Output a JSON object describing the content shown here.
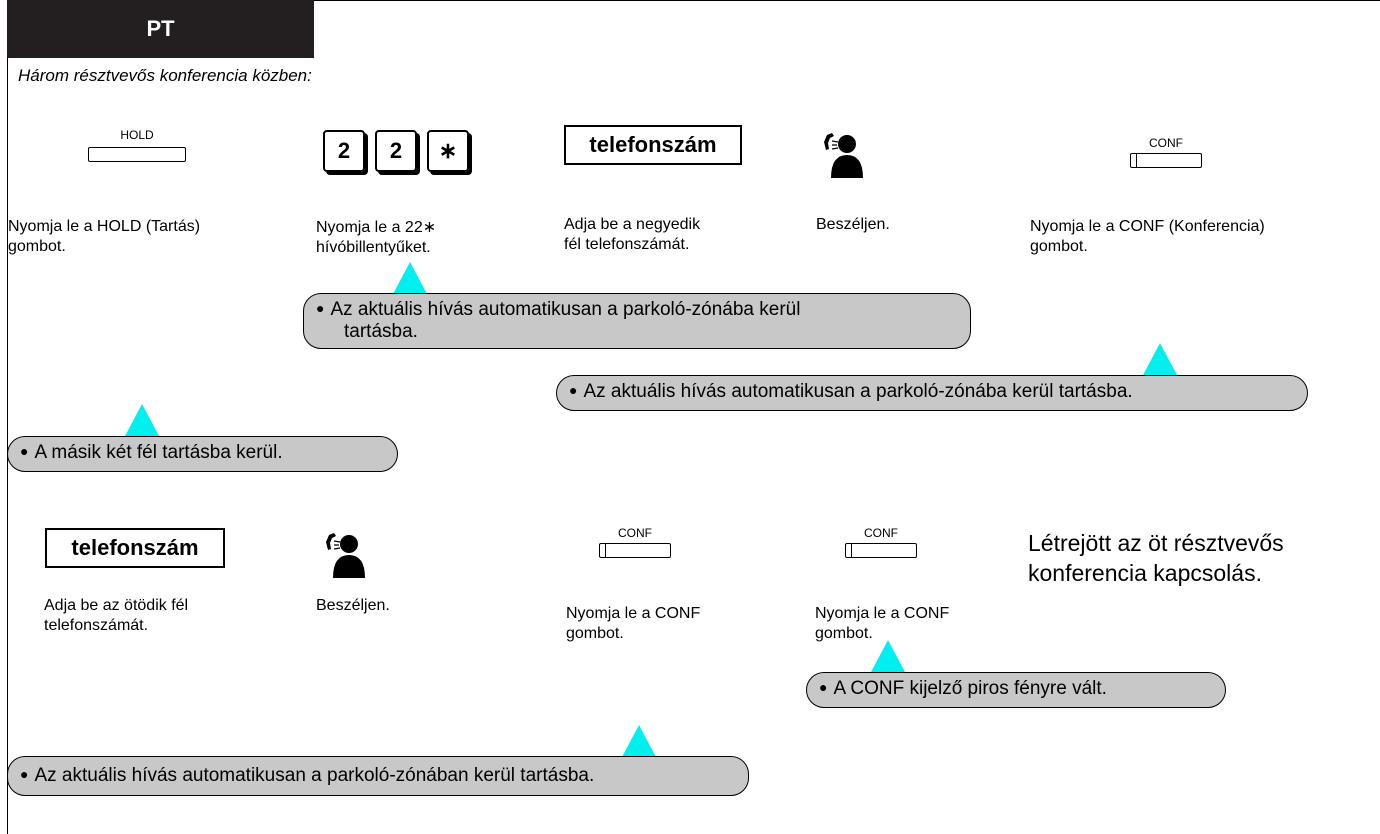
{
  "header": {
    "tab_label": "PT"
  },
  "intro": "Három résztvevős konferencia közben:",
  "row1": {
    "hold_label": "HOLD",
    "dial_keys": [
      "2",
      "2",
      "∗"
    ],
    "phone_number_box": "telefonszám",
    "conf_label": "CONF",
    "desc_hold_1": "Nyomja le a HOLD (Tartás)",
    "desc_hold_2": "gombot.",
    "desc_keys_1": "Nyomja le a 22∗",
    "desc_keys_2": "hívóbillentyűket.",
    "desc_number_1": "Adja be a negyedik",
    "desc_number_2": "fél telefonszámát.",
    "desc_talk": "Beszéljen.",
    "desc_conf_1": "Nyomja le a CONF (Konferencia)",
    "desc_conf_2": "gombot."
  },
  "notes": {
    "note1_line1": "Az aktuális hívás automatikusan a parkoló-zónába kerül",
    "note1_line2": "tartásba.",
    "note2": "Az aktuális hívás automatikusan a parkoló-zónába kerül tartásba.",
    "note3": "A másik két fél tartásba kerül.",
    "note4": "A CONF kijelző piros fényre vált.",
    "note5": "Az aktuális hívás automatikusan a parkoló-zónában kerül tartásba."
  },
  "row2": {
    "phone_number_box": "telefonszám",
    "conf_label_1": "CONF",
    "conf_label_2": "CONF",
    "desc_number_1": "Adja be az ötödik fél",
    "desc_number_2": "telefonszámát.",
    "desc_talk": "Beszéljen.",
    "desc_conf1_1": "Nyomja le a CONF",
    "desc_conf1_2": "gombot.",
    "desc_conf2_1": "Nyomja le a CONF",
    "desc_conf2_2": "gombot.",
    "result_1": "Létrejött az öt résztvevős",
    "result_2": "konferencia kapcsolás."
  },
  "colors": {
    "tab_bg": "#231f20",
    "note_bg": "#c8c8c8",
    "pointer": "#00f0f0"
  }
}
